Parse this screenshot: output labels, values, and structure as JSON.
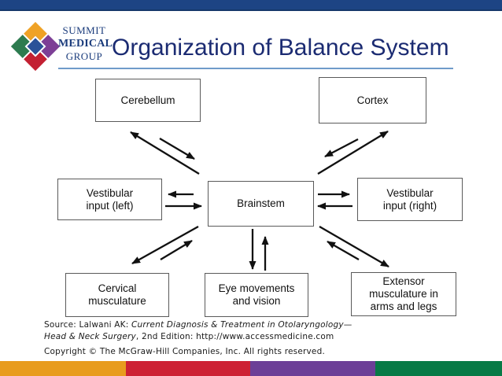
{
  "header": {
    "title": "Organization of Balance System",
    "logo": {
      "line1": "SUMMIT",
      "line2": "MEDICAL",
      "line3": "GROUP"
    }
  },
  "diagram": {
    "nodes": [
      {
        "id": "cerebellum",
        "lines": [
          "Cerebellum"
        ]
      },
      {
        "id": "cortex",
        "lines": [
          "Cortex"
        ]
      },
      {
        "id": "vestibular-left",
        "lines": [
          "Vestibular",
          "input (left)"
        ]
      },
      {
        "id": "brainstem",
        "lines": [
          "Brainstem"
        ]
      },
      {
        "id": "vestibular-right",
        "lines": [
          "Vestibular",
          "input (right)"
        ]
      },
      {
        "id": "cervical",
        "lines": [
          "Cervical",
          "musculature"
        ]
      },
      {
        "id": "eye",
        "lines": [
          "Eye movements",
          "and vision"
        ]
      },
      {
        "id": "extensor",
        "lines": [
          "Extensor",
          "musculature in",
          "arms and legs"
        ]
      }
    ]
  },
  "footer": {
    "source_prefix": "Source: Lalwani AK: ",
    "source_italic1": "Current Diagnosis & Treatment in Otolaryngology—",
    "source_italic2": "Head & Neck Surgery",
    "source_suffix": ", 2nd Edition: http://www.accessmedicine.com",
    "copyright": "Copyright © The McGraw-Hill Companies, Inc. All rights reserved."
  },
  "colors": {
    "top_bar": "#1d4484",
    "title_text": "#1b2b72",
    "header_rule": "#6f9bca",
    "logo_orange": "#efa226",
    "logo_green": "#2d7b4f",
    "logo_purple": "#7d3f96",
    "logo_red": "#c32032",
    "logo_blue": "#2a5298",
    "band_orange": "#e89c1e",
    "band_red": "#cd2134",
    "band_purple": "#6c3f97",
    "band_green": "#077a46"
  }
}
